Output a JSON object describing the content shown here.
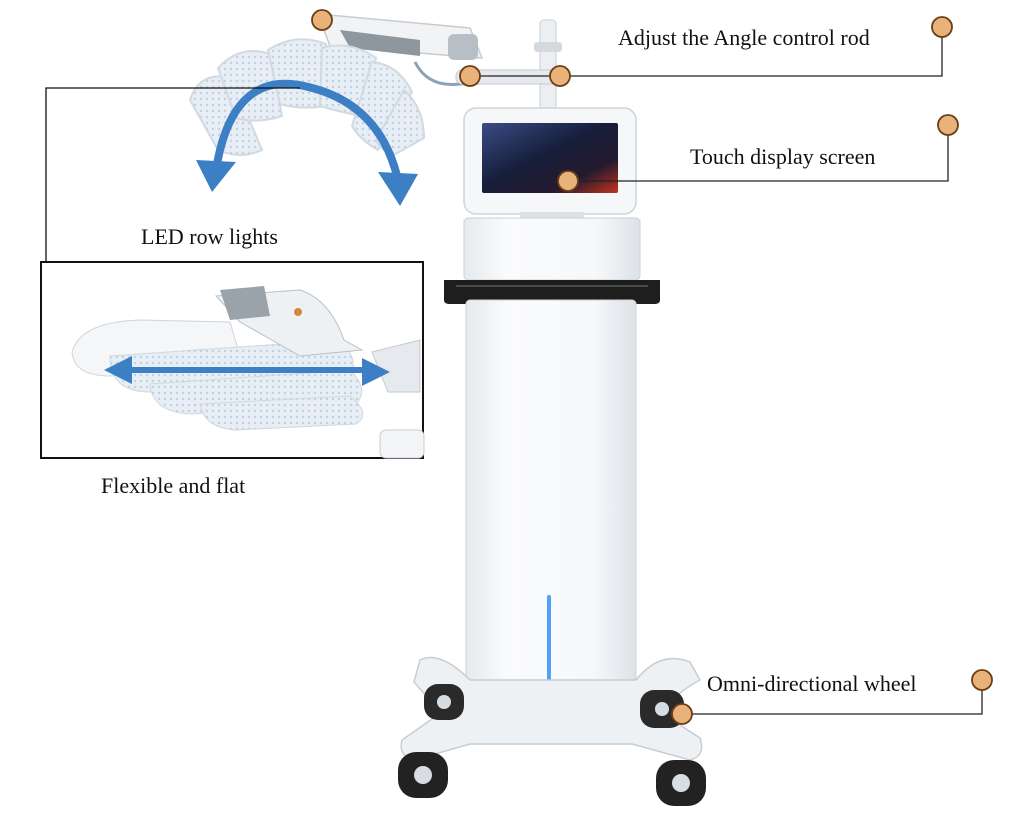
{
  "labels": {
    "angle_rod": "Adjust the Angle control rod",
    "touch_screen": "Touch display screen",
    "led_lights": "LED row lights",
    "flexible_flat": "Flexible and flat",
    "omni_wheel": "Omni-directional wheel"
  },
  "colors": {
    "marker_fill": "#E8B27A",
    "marker_stroke": "#6B3E14",
    "arrow_blue": "#3D7FC4",
    "device_white": "#F3F5F7",
    "device_shadow": "#D7DCE1",
    "handle_black": "#1E1E1E",
    "screen_dark": "#1A2240",
    "indicator_blue": "#4FA3F7",
    "led_panel": "#E4ECF3"
  },
  "icons": [
    "callout-marker",
    "curved-double-arrow",
    "horizontal-double-arrow"
  ]
}
